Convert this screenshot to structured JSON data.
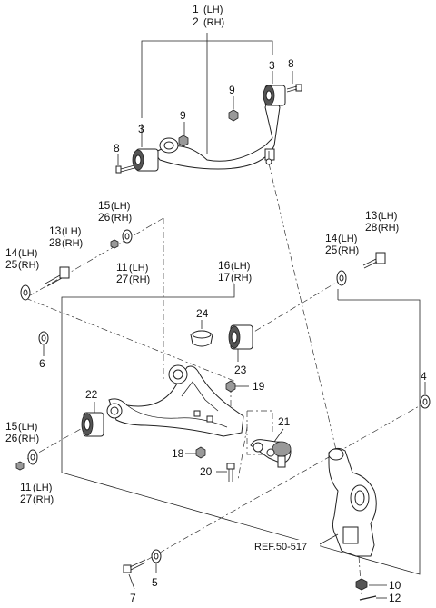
{
  "diagram": {
    "ref_label": "REF.50-517",
    "callouts": [
      {
        "num": "1",
        "side": "(LH)"
      },
      {
        "num": "2",
        "side": "(RH)"
      },
      {
        "num": "3",
        "side": ""
      },
      {
        "num": "3",
        "side": ""
      },
      {
        "num": "4",
        "side": ""
      },
      {
        "num": "5",
        "side": ""
      },
      {
        "num": "6",
        "side": ""
      },
      {
        "num": "7",
        "side": ""
      },
      {
        "num": "8",
        "side": ""
      },
      {
        "num": "8",
        "side": ""
      },
      {
        "num": "9",
        "side": ""
      },
      {
        "num": "9",
        "side": ""
      },
      {
        "num": "10",
        "side": ""
      },
      {
        "num": "11",
        "side": "(LH)"
      },
      {
        "num": "27",
        "side": "(RH)"
      },
      {
        "num": "11",
        "side": "(LH)"
      },
      {
        "num": "27",
        "side": "(RH)"
      },
      {
        "num": "12",
        "side": ""
      },
      {
        "num": "13",
        "side": "(LH)"
      },
      {
        "num": "28",
        "side": "(RH)"
      },
      {
        "num": "13",
        "side": "(LH)"
      },
      {
        "num": "28",
        "side": "(RH)"
      },
      {
        "num": "14",
        "side": "(LH)"
      },
      {
        "num": "25",
        "side": "(RH)"
      },
      {
        "num": "14",
        "side": "(LH)"
      },
      {
        "num": "25",
        "side": "(RH)"
      },
      {
        "num": "15",
        "side": "(LH)"
      },
      {
        "num": "26",
        "side": "(RH)"
      },
      {
        "num": "15",
        "side": "(LH)"
      },
      {
        "num": "26",
        "side": "(RH)"
      },
      {
        "num": "16",
        "side": "(LH)"
      },
      {
        "num": "17",
        "side": "(RH)"
      },
      {
        "num": "18",
        "side": ""
      },
      {
        "num": "19",
        "side": ""
      },
      {
        "num": "20",
        "side": ""
      },
      {
        "num": "21",
        "side": ""
      },
      {
        "num": "22",
        "side": ""
      },
      {
        "num": "23",
        "side": ""
      },
      {
        "num": "24",
        "side": ""
      }
    ]
  }
}
